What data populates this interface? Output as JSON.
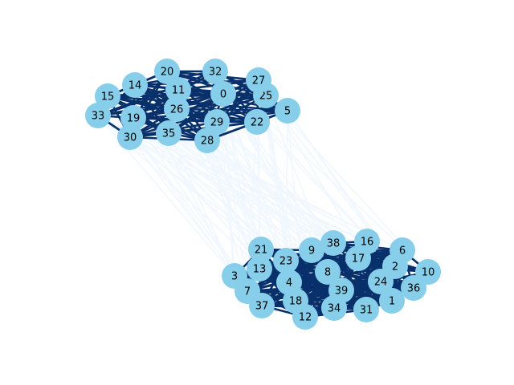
{
  "graph": {
    "node_color": "#87ceeb",
    "intra_edge_color": "#08306b",
    "inter_edge_color": "#f0f7ff",
    "node_ids": [
      0,
      1,
      2,
      3,
      4,
      5,
      6,
      7,
      8,
      9,
      10,
      11,
      12,
      13,
      14,
      15,
      16,
      17,
      18,
      19,
      20,
      21,
      22,
      23,
      24,
      25,
      26,
      27,
      28,
      29,
      30,
      31,
      32,
      33,
      34,
      35,
      36,
      37,
      38,
      39
    ],
    "communities": [
      [
        0,
        5,
        11,
        14,
        15,
        19,
        20,
        22,
        25,
        26,
        27,
        28,
        29,
        30,
        32,
        33,
        35
      ],
      [
        1,
        2,
        3,
        4,
        6,
        7,
        8,
        9,
        10,
        12,
        13,
        16,
        17,
        18,
        21,
        23,
        24,
        31,
        34,
        36,
        37,
        38,
        39
      ]
    ]
  }
}
